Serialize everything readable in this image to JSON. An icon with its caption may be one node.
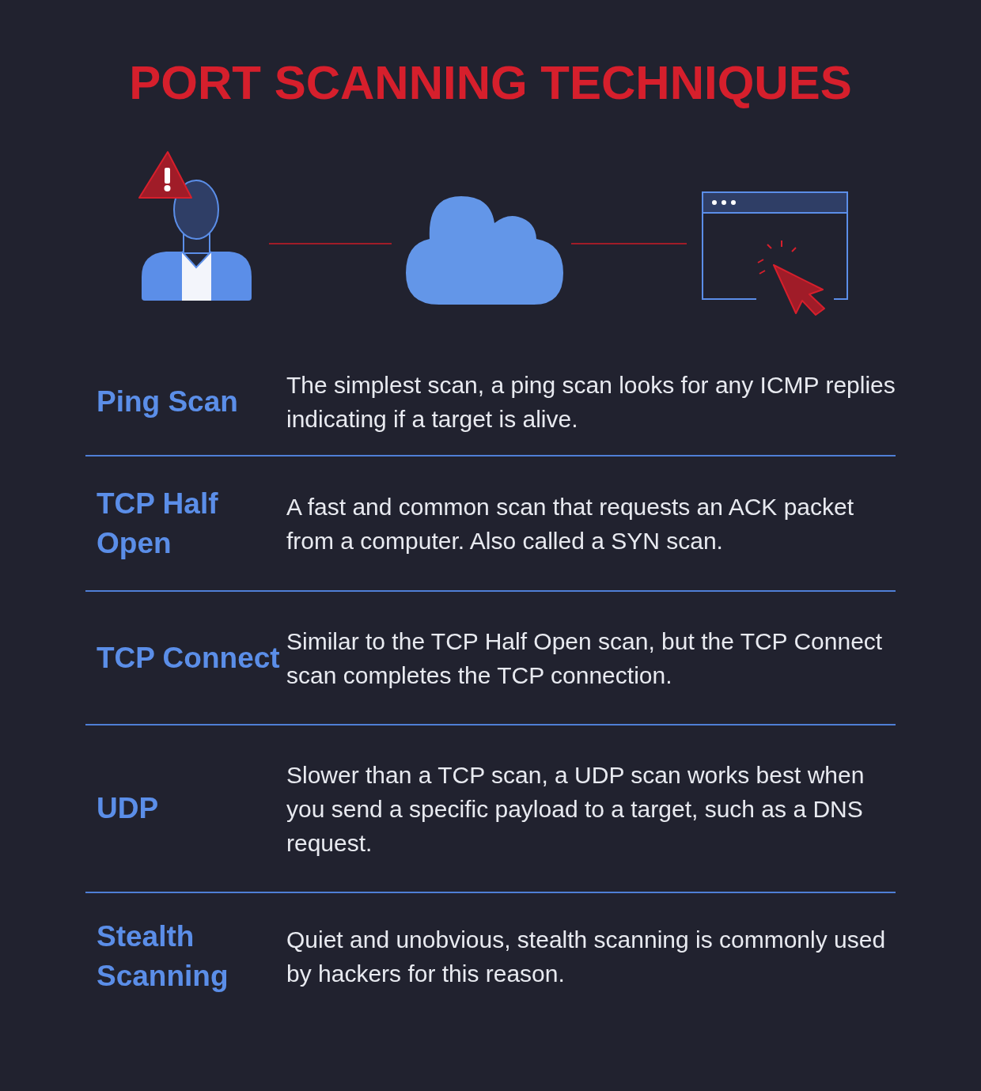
{
  "diagram": {
    "title": "PORT SCANNING TECHNIQUES",
    "nodes": [
      {
        "text": [],
        "shape": "person"
      },
      {
        "text": [],
        "shape": "cloud"
      },
      {
        "text": [],
        "shape": "picture"
      }
    ],
    "edges": [
      {
        "from": 0,
        "to": 1,
        "arrow": "none"
      },
      {
        "from": 1,
        "to": 2,
        "arrow": "none"
      }
    ],
    "labels": [
      "Ping Scan",
      "The simplest scan, a ping scan looks for any ICMP replies indicating if a target is alive.",
      "TCP Half Open",
      "A fast and common scan that requests an ACK packet from a computer. Also called a SYN scan.",
      "TCP Connect",
      "Similar to the TCP Half Open scan, but the TCP Connect scan completes the TCP connection.",
      "UDP",
      "Slower than a TCP scan, a UDP scan works best when you send a specific payload to a target, such as a DNS request.",
      "Stealth Scanning",
      "Quiet and unobvious, stealth scanning is commonly used by hackers for this reason."
    ]
  }
}
